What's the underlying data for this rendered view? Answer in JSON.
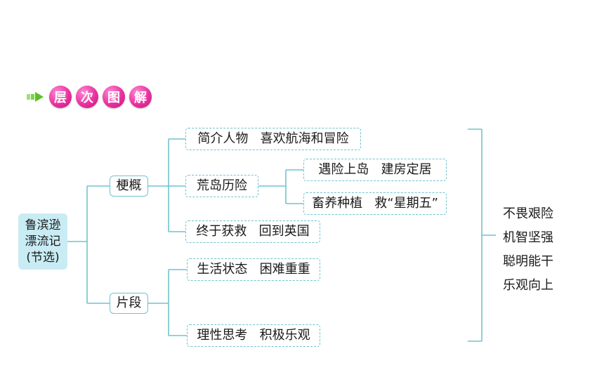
{
  "header": {
    "badges": [
      "层",
      "次",
      "图",
      "解"
    ]
  },
  "root": {
    "lines": [
      "鲁滨逊",
      "漂流记",
      "(节选)"
    ]
  },
  "branches": {
    "gaikuo": "梗概",
    "pianduan": "片段"
  },
  "nodes": {
    "intro": "简介人物   喜欢航海和冒险",
    "island": "荒岛历险",
    "island_a": "遇险上岛   建房定居",
    "island_b": "畜养种植   救“星期五”",
    "rescued": "终于获救   回到英国",
    "life": "生活状态   困难重重",
    "think": "理性思考   积极乐观"
  },
  "summary": [
    "不畏艰险",
    "机智坚强",
    "聪明能干",
    "乐观向上"
  ],
  "colors": {
    "line": "#6fc3cf",
    "badge": "#e8329e",
    "root_bg": "#c9ecf4",
    "arrow": "#7fd24a"
  }
}
